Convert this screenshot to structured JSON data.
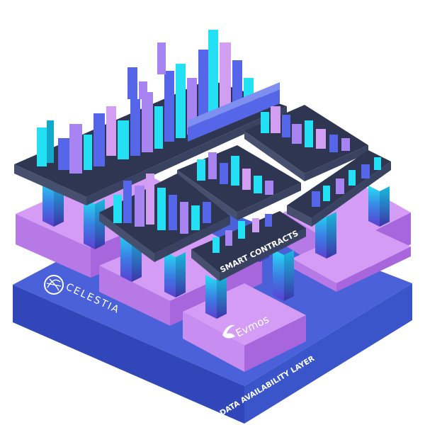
{
  "labels": {
    "celestia": "CELESTIA",
    "smart_contracts": "SMART CONTRACTS",
    "evmos": "Evmos",
    "data_availability": "DATA AVAILABILITY LAYER"
  },
  "colors": {
    "background": "#ffffff",
    "da_top": "#4a61d9",
    "da_left": "#3146b8",
    "da_right": "#3a55c9",
    "pink_top": "#d49cf5",
    "pink_left": "#b779e6",
    "pink_right": "#a866dc",
    "platform_top": "#2f3652",
    "platform_side": "#474f6f",
    "cyan": "#24e0f4",
    "cyan_dark": "#14a9ca",
    "blue_building": "#5567e8",
    "violet_building": "#a884f3",
    "pink_building": "#d29ef2",
    "label_text": "#ffffff"
  },
  "icons": [
    "celestia-logo-icon",
    "evmos-logo-icon"
  ]
}
